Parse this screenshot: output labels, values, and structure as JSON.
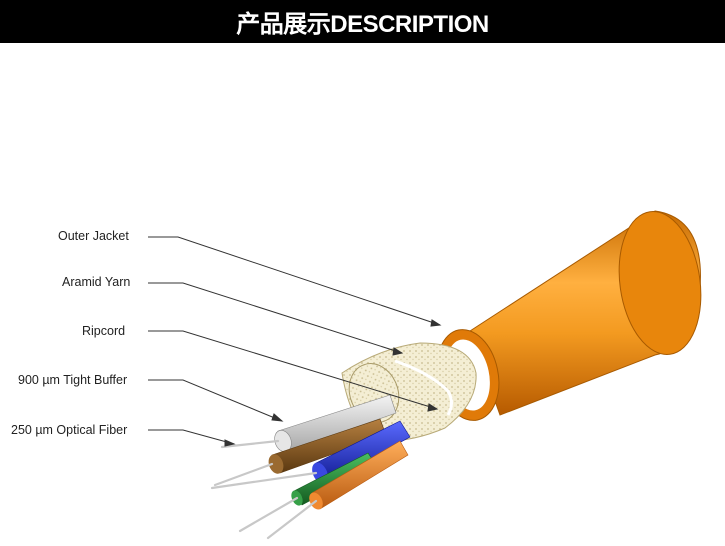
{
  "header": {
    "title": "产品展示DESCRIPTION",
    "background": "#000000",
    "text_color": "#ffffff"
  },
  "diagram": {
    "labels": [
      {
        "id": "outer-jacket",
        "text": "Outer Jacket"
      },
      {
        "id": "aramid-yarn",
        "text": "Aramid Yarn"
      },
      {
        "id": "ripcord",
        "text": "Ripcord"
      },
      {
        "id": "tight-buffer",
        "text": "900 µm Tight Buffer"
      },
      {
        "id": "optical-fiber",
        "text": "250 µm Optical Fiber"
      }
    ],
    "colors": {
      "jacket": "#e88a10",
      "jacket_light": "#ffc060",
      "yarn": "#efe8c8",
      "buffer_white": "#d8d8d8",
      "buffer_brown": "#8a5a20",
      "buffer_blue": "#2432c8",
      "buffer_green": "#2a8a3a",
      "buffer_orange": "#e07a20",
      "leader_line": "#333333"
    }
  }
}
